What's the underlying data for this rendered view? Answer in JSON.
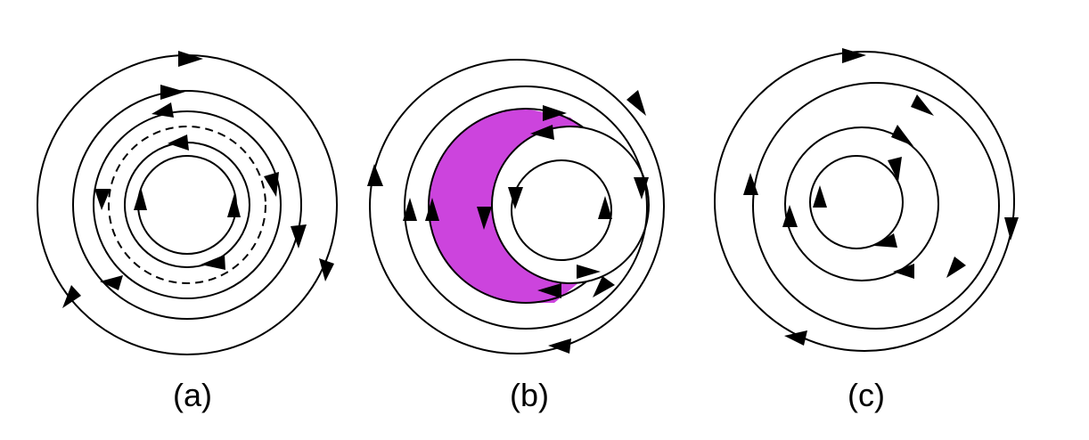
{
  "figure": {
    "panels": [
      {
        "id": "a",
        "label": "(a)",
        "description_id": "concentric-closed-orbits-with-dashed-orbit"
      },
      {
        "id": "b",
        "label": "(b)",
        "description_id": "orbits-with-shaded-crescent-region"
      },
      {
        "id": "c",
        "label": "(c)",
        "description_id": "concentric-closed-orbits"
      }
    ],
    "colors": {
      "stroke": "#000000",
      "arrow": "#000000",
      "shade": "#cc44dd",
      "background": "#ffffff"
    }
  }
}
